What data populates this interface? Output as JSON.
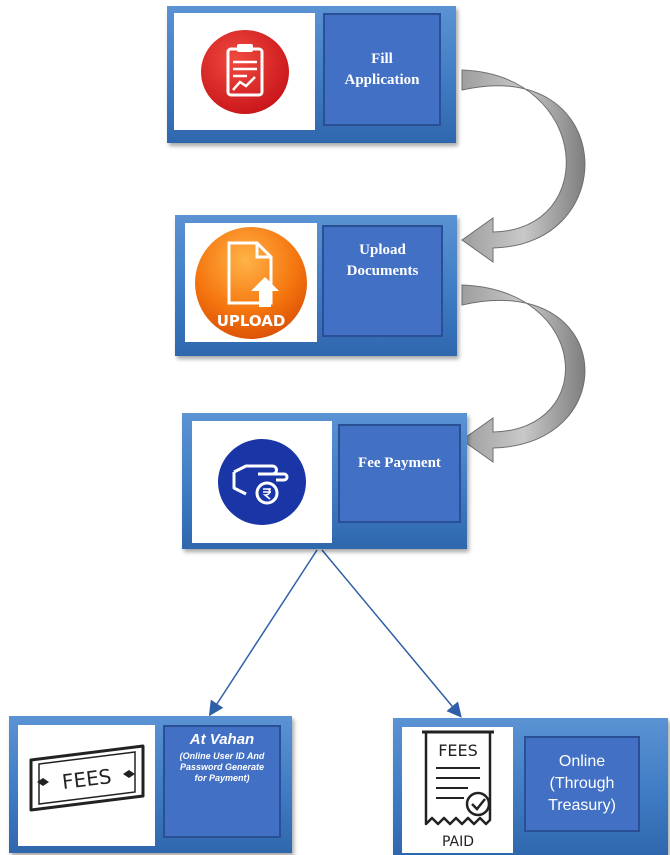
{
  "steps": [
    {
      "label": "Fill Application",
      "icon": "clipboard-chart-icon"
    },
    {
      "label": "Upload Documents",
      "icon": "upload-document-icon",
      "icon_text": "UPLOAD"
    },
    {
      "label": "Fee Payment",
      "icon": "hand-coin-icon"
    }
  ],
  "options": {
    "vahan": {
      "title": "At Vahan",
      "subtitle": "(Online User ID And Password Generate for Payment)",
      "icon": "fees-ticket-icon",
      "icon_text": "FEES"
    },
    "online": {
      "label": "Online (Through Treasury)",
      "icon": "fees-paid-receipt-icon",
      "icon_text": "FEES",
      "icon_subtext": "PAID"
    }
  },
  "colors": {
    "card": "#3f7cc4",
    "label_box": "#4170c4",
    "arrow": "#8a8a8a",
    "connector": "#2f5fa8"
  }
}
